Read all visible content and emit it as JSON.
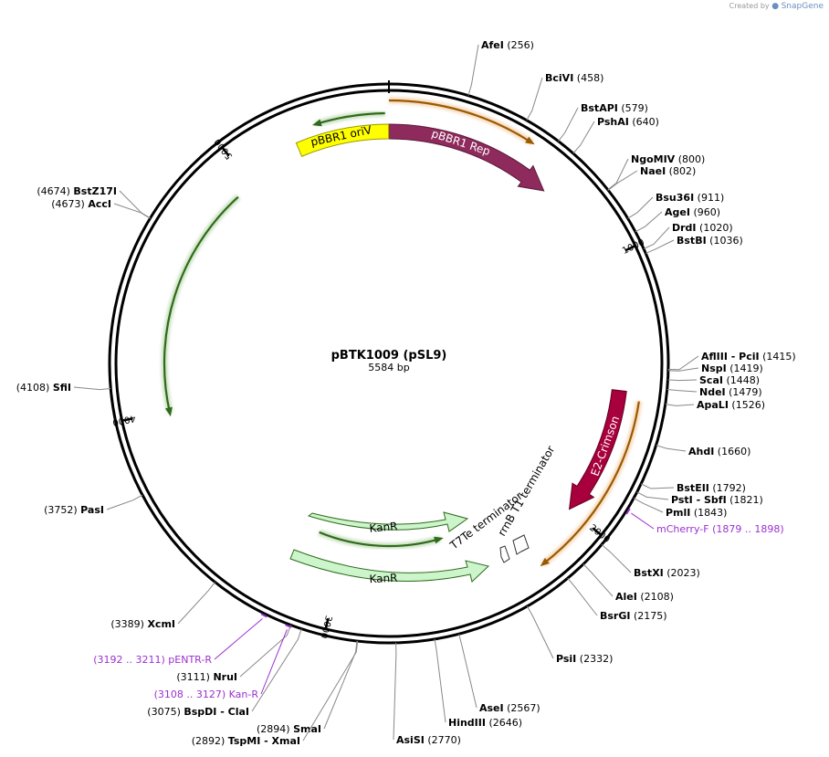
{
  "credit": {
    "prefix": "Created by",
    "brand": "SnapGene"
  },
  "plasmid": {
    "name": "pBTK1009 (pSL9)",
    "size_label": "5584 bp",
    "length": 5584
  },
  "ticks": [
    "1000",
    "2000",
    "3000",
    "4000",
    "5000"
  ],
  "enzymes": [
    {
      "name": "AfeI",
      "pos": "(256)"
    },
    {
      "name": "BciVI",
      "pos": "(458)"
    },
    {
      "name": "BstAPI",
      "pos": "(579)"
    },
    {
      "name": "PshAI",
      "pos": "(640)"
    },
    {
      "name": "NgoMIV",
      "pos": "(800)"
    },
    {
      "name": "NaeI",
      "pos": "(802)"
    },
    {
      "name": "Bsu36I",
      "pos": "(911)"
    },
    {
      "name": "AgeI",
      "pos": "(960)"
    },
    {
      "name": "DrdI",
      "pos": "(1020)"
    },
    {
      "name": "BstBI",
      "pos": "(1036)"
    },
    {
      "name": "AflIII",
      "name2": "- PciI",
      "pos": "(1415)"
    },
    {
      "name": "NspI",
      "pos": "(1419)"
    },
    {
      "name": "ScaI",
      "pos": "(1448)"
    },
    {
      "name": "NdeI",
      "pos": "(1479)"
    },
    {
      "name": "ApaLI",
      "pos": "(1526)"
    },
    {
      "name": "AhdI",
      "pos": "(1660)"
    },
    {
      "name": "BstEII",
      "pos": "(1792)"
    },
    {
      "name": "PstI",
      "name2": "- SbfI",
      "pos": "(1821)"
    },
    {
      "name": "PmlI",
      "pos": "(1843)"
    },
    {
      "name": "BstXI",
      "pos": "(2023)"
    },
    {
      "name": "AleI",
      "pos": "(2108)"
    },
    {
      "name": "BsrGI",
      "pos": "(2175)"
    },
    {
      "name": "PsiI",
      "pos": "(2332)"
    },
    {
      "name": "AseI",
      "pos": "(2567)"
    },
    {
      "name": "HindIII",
      "pos": "(2646)"
    },
    {
      "name": "AsiSI",
      "pos": "(2770)"
    },
    {
      "name": "SmaI",
      "pos": "(2894)"
    },
    {
      "name": "TspMI",
      "name2": "- XmaI",
      "pos": "(2892)"
    },
    {
      "name": "BspDI",
      "name2": "- ClaI",
      "pos": "(3075)"
    },
    {
      "name": "NruI",
      "pos": "(3111)"
    },
    {
      "name": "XcmI",
      "pos": "(3389)"
    },
    {
      "name": "PasI",
      "pos": "(3752)"
    },
    {
      "name": "SfiI",
      "pos": "(4108)"
    },
    {
      "name": "BstZ17I",
      "pos": "(4674)"
    },
    {
      "name": "AccI",
      "pos": "(4673)"
    }
  ],
  "primers": [
    {
      "name": "mCherry-F",
      "range": "(1879 .. 1898)"
    },
    {
      "name": "pENTR-R",
      "range": "(3192 .. 3211)"
    },
    {
      "name": "Kan-R",
      "range": "(3108 .. 3127)"
    }
  ],
  "features": [
    {
      "name": "pBBR1 Rep",
      "color": "#8e2a5c"
    },
    {
      "name": "pBBR1 oriV",
      "color": "#ffff00"
    },
    {
      "name": "E2-Crimson",
      "color": "#a8003c"
    },
    {
      "name": "rrnB T1 terminator",
      "color": "#ffffff"
    },
    {
      "name": "T7Te terminator",
      "color": "#ffffff"
    },
    {
      "name": "KanR",
      "color": "#ccf5cc"
    },
    {
      "name": "KanR",
      "color": "#ccf5cc"
    }
  ],
  "colors": {
    "primer": "#9b30d0",
    "orf": "#6aa84f",
    "orf_alt": "#e69138",
    "backbone": "#000000"
  }
}
